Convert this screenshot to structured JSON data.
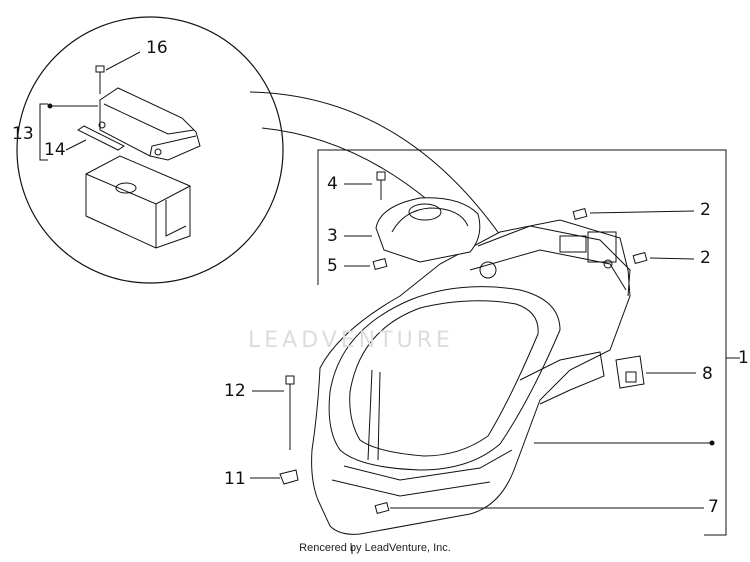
{
  "watermark": "LEADVENTURE",
  "footer": "Rencered by LeadVenture, Inc.",
  "callouts": {
    "c1": "1",
    "c2a": "2",
    "c2b": "2",
    "c3": "3",
    "c4": "4",
    "c5": "5",
    "c7": "7",
    "c8": "8",
    "c11": "11",
    "c12": "12",
    "c13": "13",
    "c14": "14",
    "c16": "16"
  }
}
